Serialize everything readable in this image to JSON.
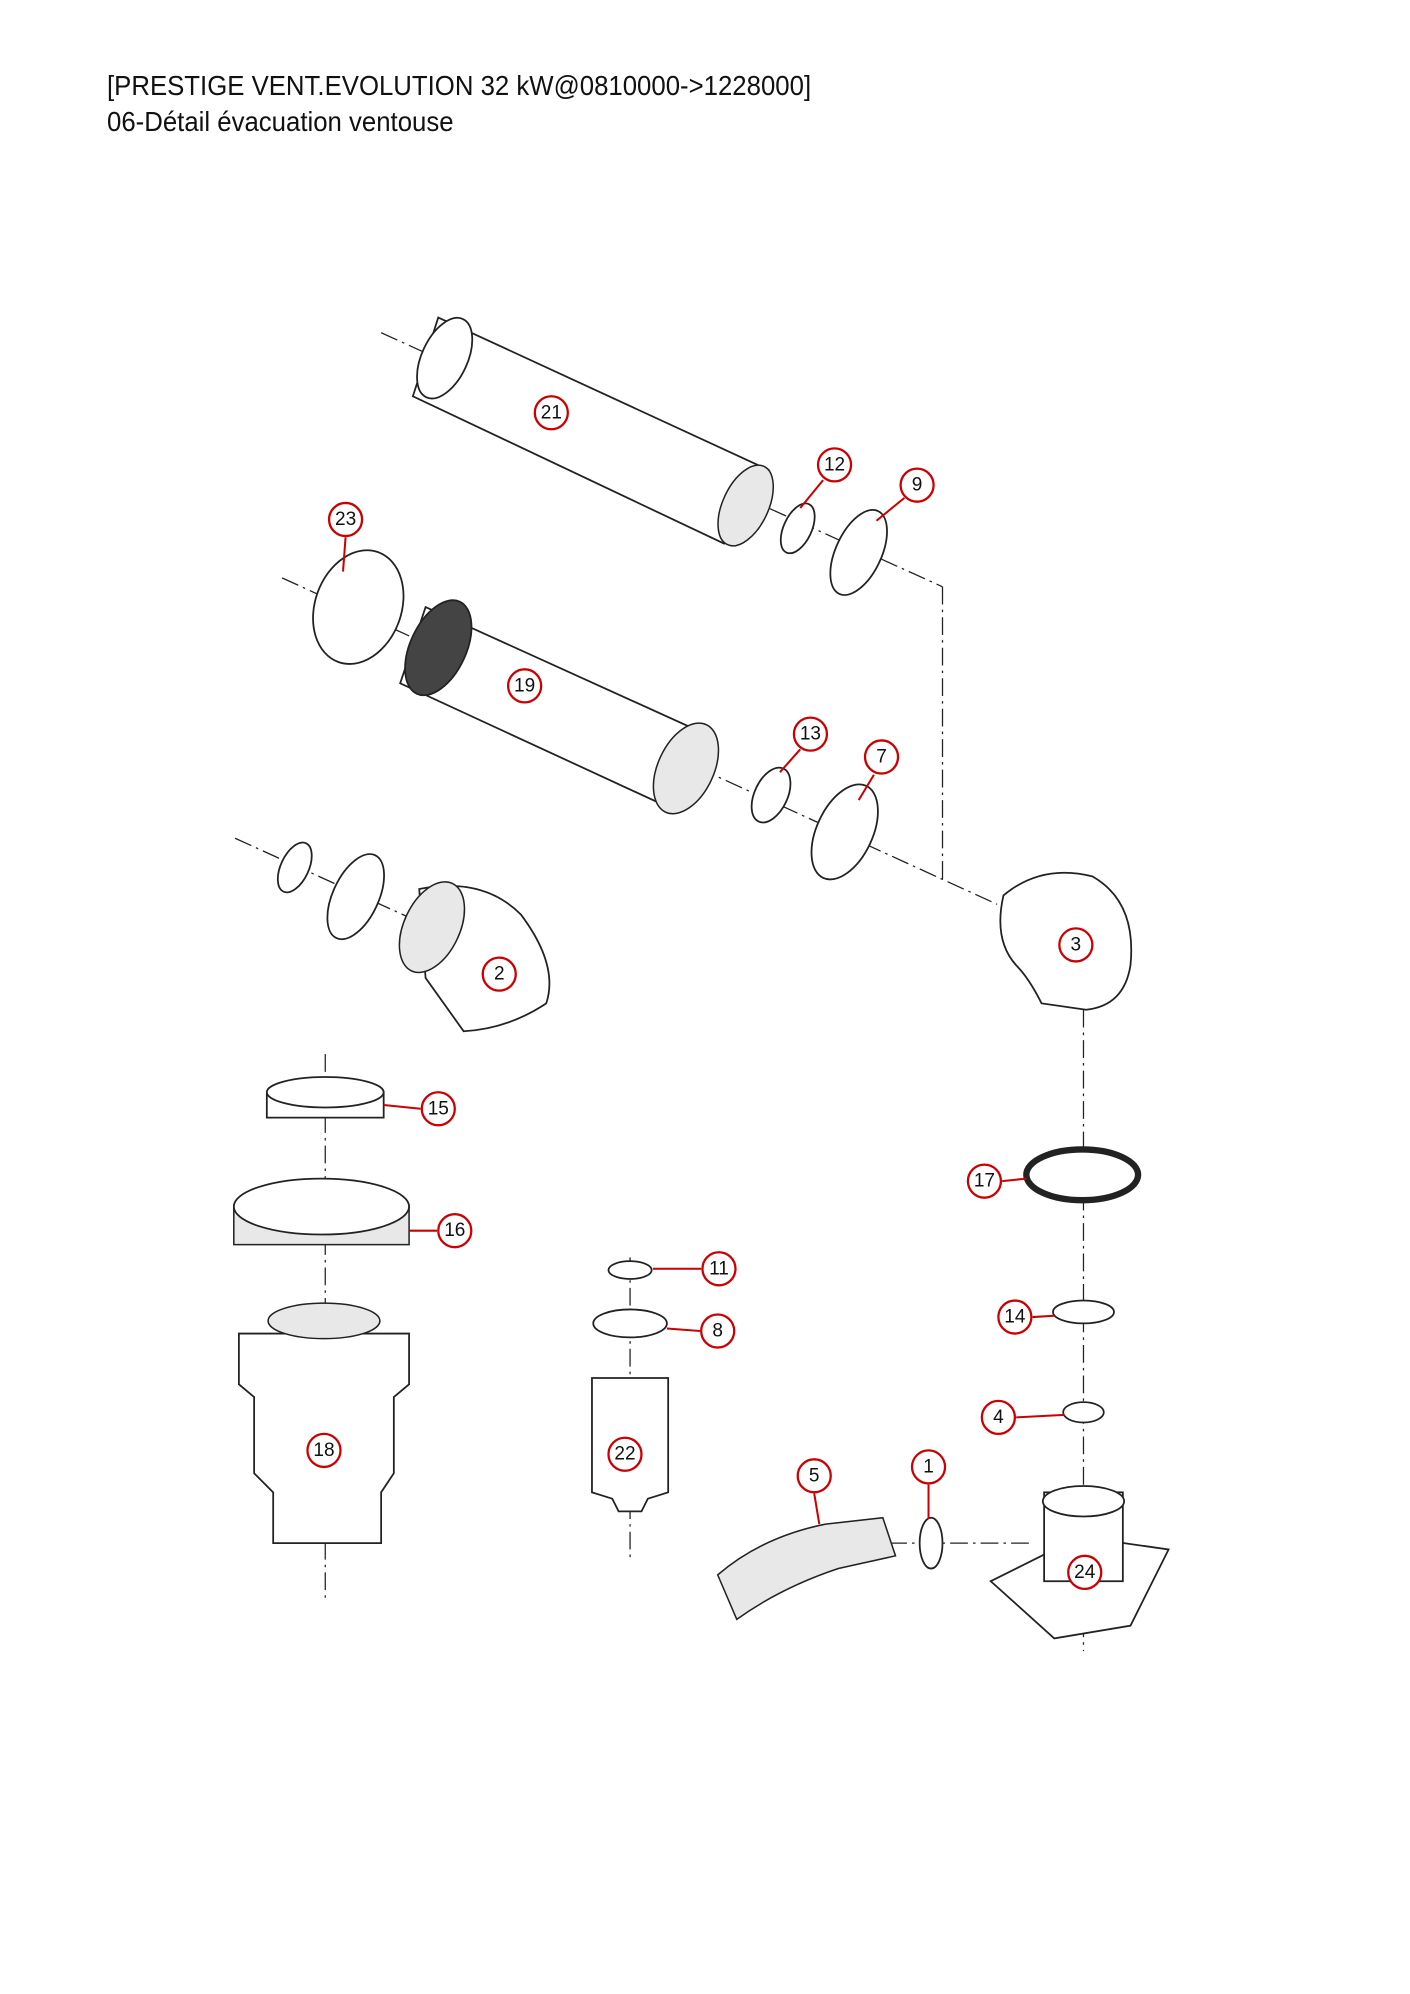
{
  "header": {
    "title": "[PRESTIGE VENT.EVOLUTION 32 kW@0810000->1228000]",
    "subtitle": "06-Détail évacuation ventouse"
  },
  "callouts": [
    "21",
    "12",
    "9",
    "23",
    "19",
    "13",
    "7",
    "2",
    "3",
    "15",
    "17",
    "16",
    "11",
    "8",
    "14",
    "18",
    "4",
    "22",
    "5",
    "1",
    "24"
  ],
  "colors": {
    "callout": "#cc0000",
    "line": "#222222"
  }
}
